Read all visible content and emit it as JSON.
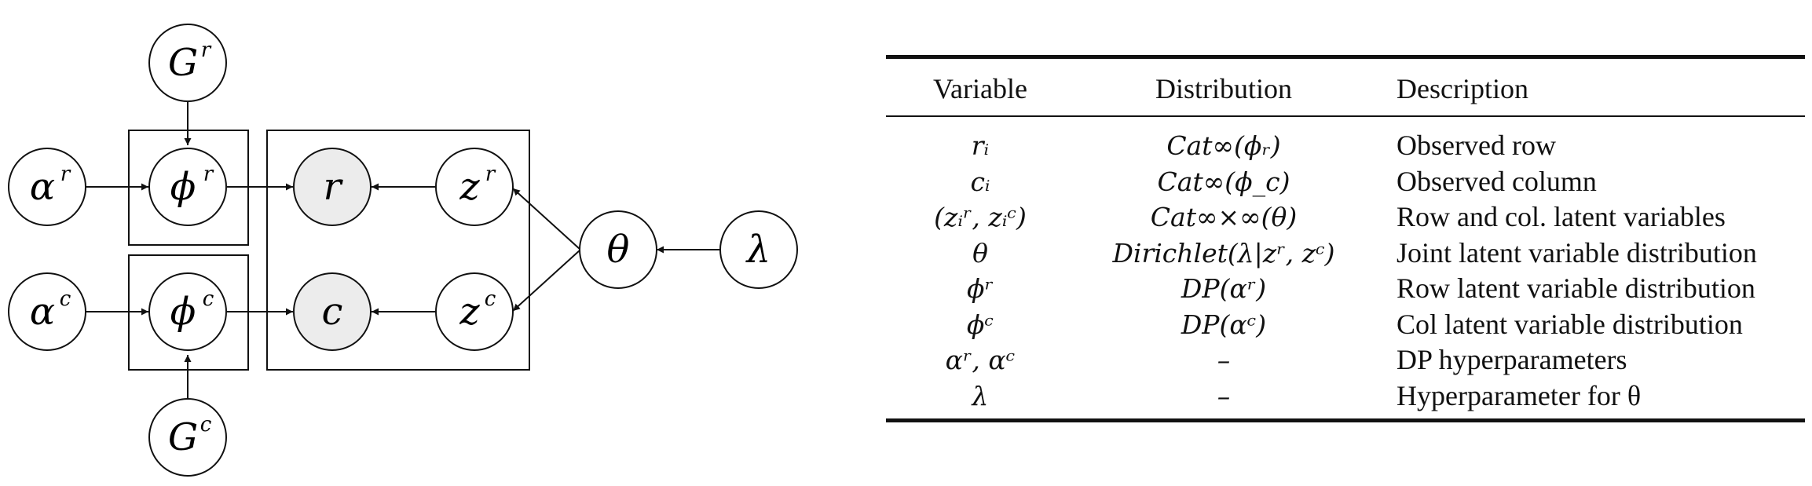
{
  "diagram": {
    "nodes": {
      "Gr": {
        "base": "G",
        "sup": "r"
      },
      "Gc": {
        "base": "G",
        "sup": "c"
      },
      "alphar": {
        "base": "α",
        "sup": "r"
      },
      "alphac": {
        "base": "α",
        "sup": "c"
      },
      "phir": {
        "base": "ϕ",
        "sup": "r"
      },
      "phic": {
        "base": "ϕ",
        "sup": "c"
      },
      "r": {
        "base": "r",
        "sup": ""
      },
      "c": {
        "base": "c",
        "sup": ""
      },
      "zr": {
        "base": "z",
        "sup": "r"
      },
      "zc": {
        "base": "z",
        "sup": "c"
      },
      "theta": {
        "base": "θ",
        "sup": ""
      },
      "lambda": {
        "base": "λ",
        "sup": ""
      }
    },
    "colors": {
      "stroke": "#111111",
      "observed_fill": "#ececec",
      "latent_fill": "#ffffff"
    }
  },
  "table": {
    "headers": {
      "variable": "Variable",
      "distribution": "Distribution",
      "description": "Description"
    },
    "rows": [
      {
        "variable": "rᵢ",
        "distribution": "Cat∞(ϕᵣ)",
        "description": "Observed row"
      },
      {
        "variable": "cᵢ",
        "distribution": "Cat∞(ϕ_c)",
        "description": "Observed column"
      },
      {
        "variable": "(zᵢʳ, zᵢᶜ)",
        "distribution": "Cat∞×∞(θ)",
        "description": "Row and col. latent variables"
      },
      {
        "variable": "θ",
        "distribution": "Dirichlet(λ|zʳ, zᶜ)",
        "description": "Joint latent variable distribution"
      },
      {
        "variable": "ϕʳ",
        "distribution": "DP(αʳ)",
        "description": "Row latent variable distribution"
      },
      {
        "variable": "ϕᶜ",
        "distribution": "DP(αᶜ)",
        "description": "Col latent variable distribution"
      },
      {
        "variable": "αʳ, αᶜ",
        "distribution": "–",
        "description": "DP hyperparameters"
      },
      {
        "variable": "λ",
        "distribution": "–",
        "description": "Hyperparameter for θ"
      }
    ]
  }
}
